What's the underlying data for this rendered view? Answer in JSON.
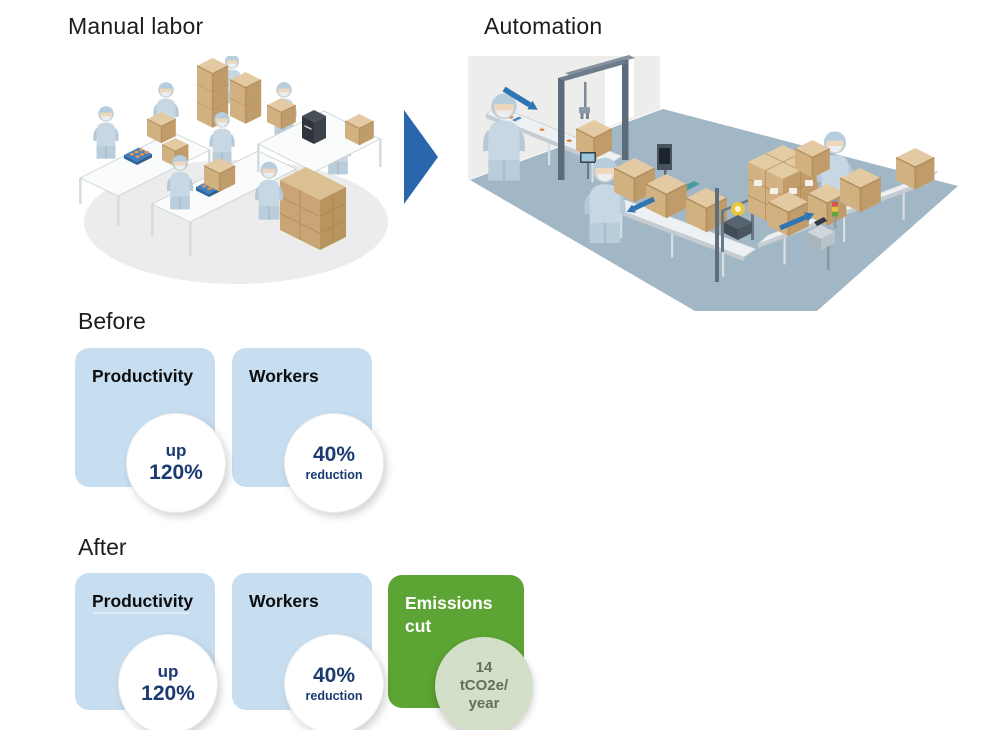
{
  "header": {
    "manual_title": "Manual labor",
    "automation_title": "Automation"
  },
  "illustrations": {
    "left_scene": "manual-labor-packing-scene",
    "right_scene": "automated-packing-line-scene",
    "transition": "right-arrow"
  },
  "before": {
    "heading": "Before",
    "cards": [
      {
        "title": "Productivity",
        "stat_line1": "up",
        "stat_line2": "120%"
      },
      {
        "title": "Workers",
        "stat_line1": "40%",
        "stat_line2": "reduction"
      }
    ]
  },
  "after": {
    "heading": "After",
    "cards": [
      {
        "title": "Productivity",
        "stat_line1": "up",
        "stat_line2": "120%"
      },
      {
        "title": "Workers",
        "stat_line1": "40%",
        "stat_line2": "reduction"
      },
      {
        "title": "Emissions cut",
        "stat_line1": "14",
        "stat_line2": "tCO2e/",
        "stat_line3": "year"
      }
    ]
  },
  "colors": {
    "card_blue": "#c7def1",
    "card_green": "#5ca433",
    "stat_text": "#1a3a70",
    "green_circle": "#d3dfc9",
    "green_circle_text": "#647056",
    "arrow_blue": "#2a66ab",
    "floor_blue": "#a2b7c5",
    "floor_gray": "#ececec",
    "cardboard": "#d2b181",
    "worker_blue": "#c7d7e3"
  }
}
